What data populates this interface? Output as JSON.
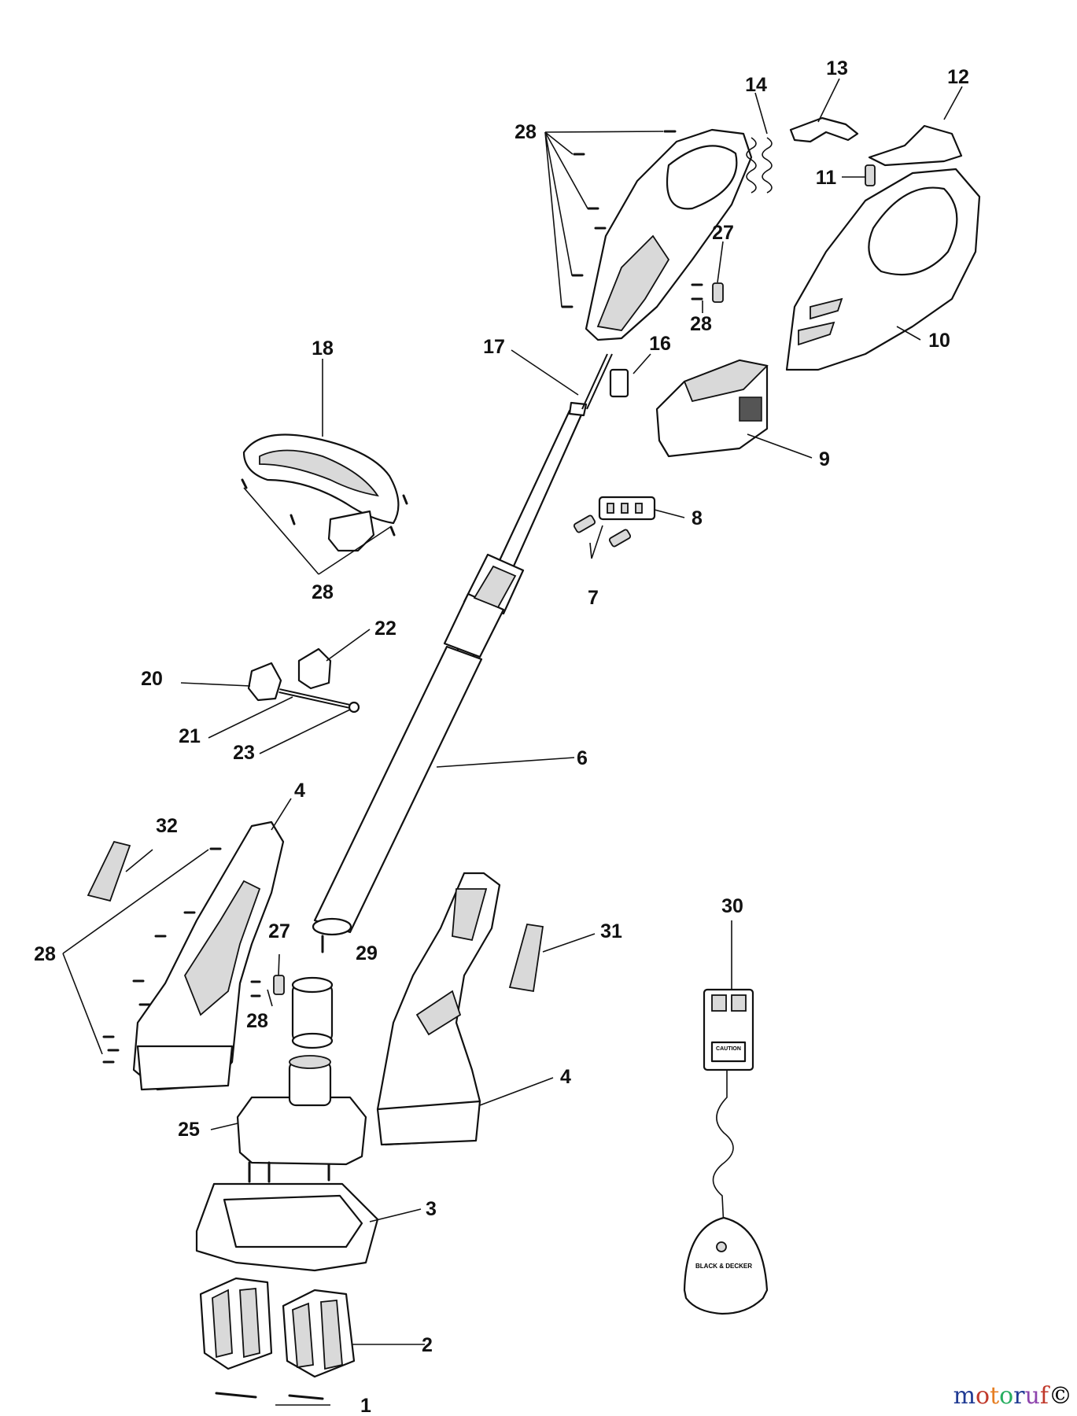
{
  "diagram": {
    "parts": [
      {
        "id": "p1",
        "label": "1"
      },
      {
        "id": "p2",
        "label": "2"
      },
      {
        "id": "p3",
        "label": "3"
      },
      {
        "id": "p4a",
        "label": "4"
      },
      {
        "id": "p4b",
        "label": "4"
      },
      {
        "id": "p6",
        "label": "6"
      },
      {
        "id": "p7",
        "label": "7"
      },
      {
        "id": "p8",
        "label": "8"
      },
      {
        "id": "p9",
        "label": "9"
      },
      {
        "id": "p10",
        "label": "10"
      },
      {
        "id": "p11",
        "label": "11"
      },
      {
        "id": "p12",
        "label": "12"
      },
      {
        "id": "p13",
        "label": "13"
      },
      {
        "id": "p14",
        "label": "14"
      },
      {
        "id": "p16",
        "label": "16"
      },
      {
        "id": "p17",
        "label": "17"
      },
      {
        "id": "p18",
        "label": "18"
      },
      {
        "id": "p20",
        "label": "20"
      },
      {
        "id": "p21",
        "label": "21"
      },
      {
        "id": "p22",
        "label": "22"
      },
      {
        "id": "p23",
        "label": "23"
      },
      {
        "id": "p25",
        "label": "25"
      },
      {
        "id": "p27a",
        "label": "27"
      },
      {
        "id": "p27b",
        "label": "27"
      },
      {
        "id": "p28a",
        "label": "28"
      },
      {
        "id": "p28b",
        "label": "28"
      },
      {
        "id": "p28c",
        "label": "28"
      },
      {
        "id": "p28d",
        "label": "28"
      },
      {
        "id": "p28e",
        "label": "28"
      },
      {
        "id": "p29",
        "label": "29"
      },
      {
        "id": "p30",
        "label": "30"
      },
      {
        "id": "p31",
        "label": "31"
      },
      {
        "id": "p32",
        "label": "32"
      }
    ],
    "charger_caution_label": "CAUTION",
    "charger_brand_label": "BLACK & DECKER"
  },
  "watermark": {
    "letters": [
      "m",
      "o",
      "t",
      "o",
      "r",
      "u",
      "f"
    ],
    "letter_colors": [
      "#1f3a93",
      "#c0392b",
      "#e67e22",
      "#27ae60",
      "#1f3a93",
      "#8e44ad",
      "#c0392b"
    ],
    "mark": "©"
  }
}
